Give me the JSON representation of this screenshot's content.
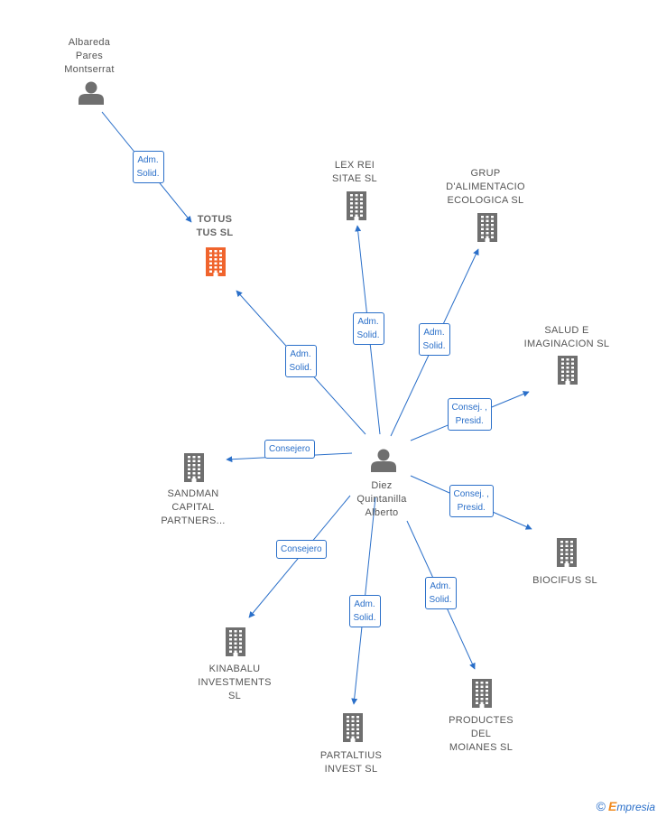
{
  "colors": {
    "edge": "#2a6fc9",
    "person_icon": "#6f6f6f",
    "company_icon": "#6f6f6f",
    "main_company_icon": "#f0642d"
  },
  "nodes": [
    {
      "id": "albareda",
      "kind": "person",
      "label": "Albareda\nPares\nMontserrat"
    },
    {
      "id": "totus",
      "kind": "company",
      "main": true,
      "label": "TOTUS\nTUS  SL"
    },
    {
      "id": "lexrei",
      "kind": "company",
      "label": "LEX REI\nSITAE  SL"
    },
    {
      "id": "grup",
      "kind": "company",
      "label": "GRUP\nD'ALIMENTACIO\nECOLOGICA SL"
    },
    {
      "id": "salud",
      "kind": "company",
      "label": "SALUD E\nIMAGINACION SL"
    },
    {
      "id": "sandman",
      "kind": "company",
      "label": "SANDMAN\nCAPITAL\nPARTNERS..."
    },
    {
      "id": "diez",
      "kind": "person",
      "label": "Diez\nQuintanilla\nAlberto"
    },
    {
      "id": "biocifus",
      "kind": "company",
      "label": "BIOCIFUS  SL"
    },
    {
      "id": "kinabalu",
      "kind": "company",
      "label": "KINABALU\nINVESTMENTS\nSL"
    },
    {
      "id": "productes",
      "kind": "company",
      "label": "PRODUCTES\nDEL\nMOIANES SL"
    },
    {
      "id": "partaltius",
      "kind": "company",
      "label": "PARTALTIUS\nINVEST  SL"
    }
  ],
  "edges": [
    {
      "from": "albareda",
      "to": "totus",
      "label": "Adm.\nSolid."
    },
    {
      "from": "diez",
      "to": "totus",
      "label": "Adm.\nSolid."
    },
    {
      "from": "diez",
      "to": "lexrei",
      "label": "Adm.\nSolid."
    },
    {
      "from": "diez",
      "to": "grup",
      "label": "Adm.\nSolid."
    },
    {
      "from": "diez",
      "to": "salud",
      "label": "Consej. ,\nPresid."
    },
    {
      "from": "diez",
      "to": "sandman",
      "label": "Consejero"
    },
    {
      "from": "diez",
      "to": "biocifus",
      "label": "Consej. ,\nPresid."
    },
    {
      "from": "diez",
      "to": "kinabalu",
      "label": "Consejero"
    },
    {
      "from": "diez",
      "to": "partaltius",
      "label": "Adm.\nSolid."
    },
    {
      "from": "diez",
      "to": "productes",
      "label": "Adm.\nSolid."
    }
  ],
  "brand": {
    "copyright": "©",
    "initial": "E",
    "rest": "mpresia"
  }
}
